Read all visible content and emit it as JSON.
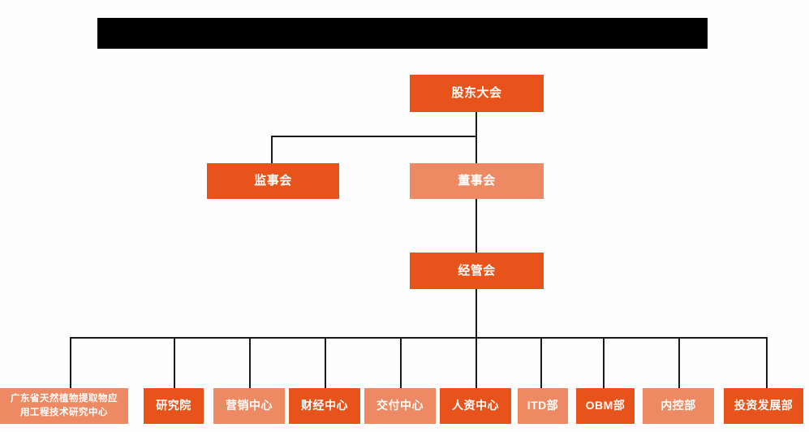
{
  "document": {
    "type": "organization-chart",
    "background_color": "#fdfdfd"
  },
  "title_bar": {
    "state": "redacted",
    "text": "",
    "color": "#000000"
  },
  "palette": {
    "dark_orange": "#e8531b",
    "light_orange": "#ee8a63",
    "line_color": "#1a1a1a",
    "text_color": "#ffffff"
  },
  "chart_data": {
    "type": "diagram",
    "title": "",
    "nodes": [
      {
        "id": "n1",
        "label": "股东大会",
        "level": 1,
        "shade": "dark"
      },
      {
        "id": "n2",
        "label": "监事会",
        "level": 2,
        "shade": "dark"
      },
      {
        "id": "n3",
        "label": "董事会",
        "level": 2,
        "shade": "light"
      },
      {
        "id": "n4",
        "label": "经管会",
        "level": 3,
        "shade": "dark"
      },
      {
        "id": "n5",
        "label": "广东省天然植物提取物应用工程技术研究中心",
        "level": 4,
        "shade": "light"
      },
      {
        "id": "n6",
        "label": "研究院",
        "level": 4,
        "shade": "dark"
      },
      {
        "id": "n7",
        "label": "营销中心",
        "level": 4,
        "shade": "light"
      },
      {
        "id": "n8",
        "label": "财经中心",
        "level": 4,
        "shade": "dark"
      },
      {
        "id": "n9",
        "label": "交付中心",
        "level": 4,
        "shade": "light"
      },
      {
        "id": "n10",
        "label": "人资中心",
        "level": 4,
        "shade": "dark"
      },
      {
        "id": "n11",
        "label": "ITD部",
        "level": 4,
        "shade": "light"
      },
      {
        "id": "n12",
        "label": "OBM部",
        "level": 4,
        "shade": "dark"
      },
      {
        "id": "n13",
        "label": "内控部",
        "level": 4,
        "shade": "light"
      },
      {
        "id": "n14",
        "label": "投资发展部",
        "level": 4,
        "shade": "dark"
      }
    ],
    "edges": [
      {
        "from": "n1",
        "to": "n2"
      },
      {
        "from": "n1",
        "to": "n3"
      },
      {
        "from": "n3",
        "to": "n4"
      },
      {
        "from": "n4",
        "to": "n5"
      },
      {
        "from": "n4",
        "to": "n6"
      },
      {
        "from": "n4",
        "to": "n7"
      },
      {
        "from": "n4",
        "to": "n8"
      },
      {
        "from": "n4",
        "to": "n9"
      },
      {
        "from": "n4",
        "to": "n10"
      },
      {
        "from": "n4",
        "to": "n11"
      },
      {
        "from": "n4",
        "to": "n12"
      },
      {
        "from": "n4",
        "to": "n13"
      },
      {
        "from": "n4",
        "to": "n14"
      }
    ],
    "node_labels": {
      "n1": "股东大会",
      "n2": "监事会",
      "n3": "董事会",
      "n4": "经管会",
      "n5_line1": "广东省天然植物提取物应",
      "n5_line2": "用工程技术研究中心",
      "n6": "研究院",
      "n7": "营销中心",
      "n8": "财经中心",
      "n9": "交付中心",
      "n10": "人资中心",
      "n11": "ITD部",
      "n12": "OBM部",
      "n13": "内控部",
      "n14": "投资发展部"
    }
  }
}
